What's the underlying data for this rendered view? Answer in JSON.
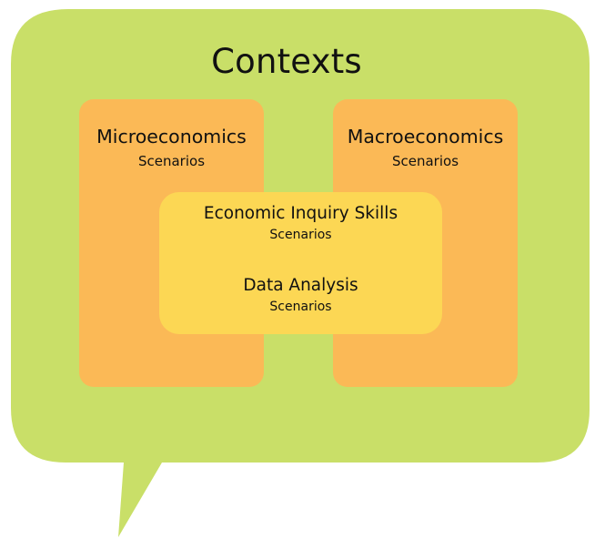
{
  "title": "Contexts",
  "boxes": {
    "micro": {
      "heading": "Microeconomics",
      "sub": "Scenarios"
    },
    "macro": {
      "heading": "Macroeconomics",
      "sub": "Scenarios"
    },
    "inquiry": {
      "heading": "Economic Inquiry Skills",
      "sub": "Scenarios"
    },
    "data": {
      "heading": "Data Analysis",
      "sub": "Scenarios"
    }
  },
  "colors": {
    "bubble": "#c9df68",
    "outer_boxes": "#fbb956",
    "center_box": "#fcd754"
  }
}
